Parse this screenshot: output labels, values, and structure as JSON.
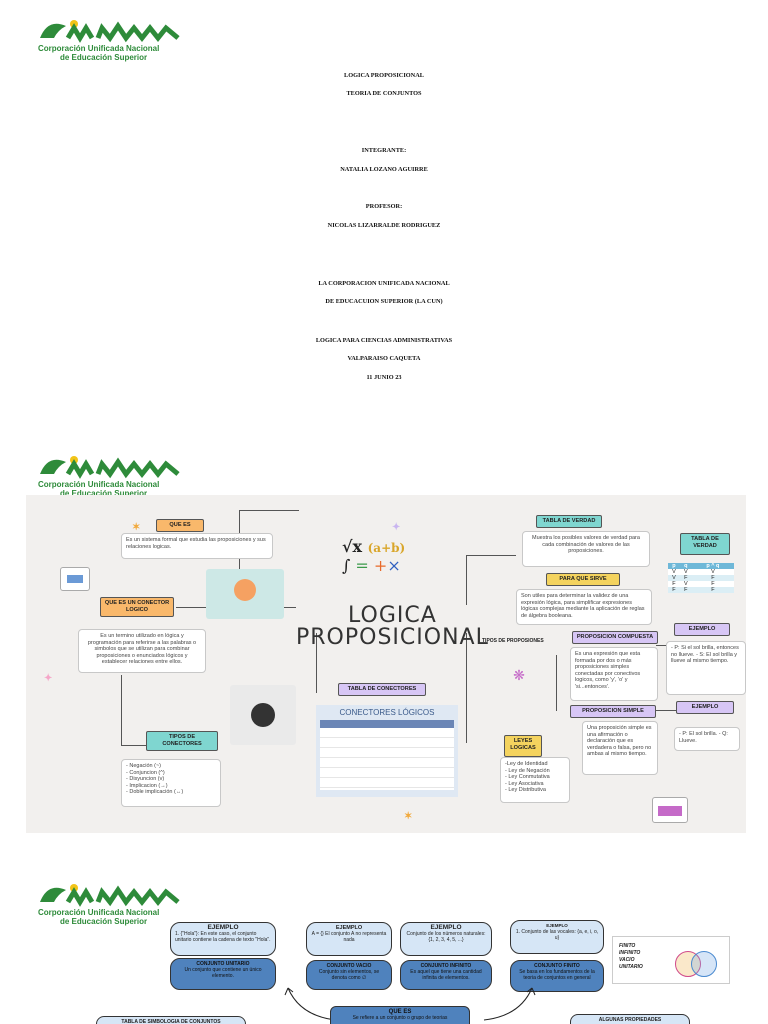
{
  "brand": {
    "name_line1": "Corporación Unificada Nacional",
    "name_line2": "de Educación Superior",
    "colors": {
      "green": "#2e8b3a",
      "yellow": "#f2c418"
    }
  },
  "cover": {
    "lines": [
      "LOGICA PROPOSICIONAL",
      "TEORIA DE CONJUNTOS",
      "INTEGRANTE:",
      "NATALIA LOZANO AGUIRRE",
      "PROFESOR:",
      "NICOLAS LIZARRALDE RODRIGUEZ",
      "LA CORPORACION UNIFICADA NACIONAL",
      "DE EDUCACUION SUPERIOR (LA CUN)",
      "LOGICA PARA CIENCIAS ADMINISTRATIVAS",
      "VALPARAISO CAQUETA",
      "11 JUNIO 23"
    ]
  },
  "mindmap1": {
    "title_line1": "LOGICA",
    "title_line2": "PROPOSICIONAL",
    "que_es": {
      "label": "QUE ES",
      "text": "Es un sistema formal que estudia las proposiciones y sus relaciones logicas."
    },
    "conector": {
      "label": "QUE ES UN CONECTOR LOGICO",
      "text": "Es un termino utilizado en lógica y programación para referirse a las palabras o simbolos que se utilizan para combinar proposiciones o enunciados lógicos y establecer relaciones entre ellos."
    },
    "tipos_conectores": {
      "label": "TIPOS DE CONECTORES",
      "items": [
        "- Negación (~)",
        "- Conjuncion (^)",
        "- Disyuncion (v)",
        "- Implicacion (→)",
        "- Doble implicación (↔)"
      ]
    },
    "tabla_conectores": {
      "label": "TABLA DE CONECTORES",
      "table_title": "CONECTORES LÓGICOS"
    },
    "tabla_verdad": {
      "label": "TABLA DE VERDAD",
      "text": "Muestra los posibles valores de verdad para cada combinación de valores de las proposiciones."
    },
    "para_que": {
      "label": "PARA QUE SIRVE",
      "text": "Son utiles para determinar la validez de una expresión lógica, para simplificar expresiones lógicas complejas mediante la aplicación de reglas de álgebra booleana."
    },
    "tipos_prop": "TIPOS DE PROPOSIONES",
    "compuesta": {
      "label": "PROPOSICION COMPUESTA",
      "text": "Es una expresión que esta formada por dos o más proposiciones simples conectadas por conectivos logicos, como 'y', 'o' y 'si...entonces'."
    },
    "simple": {
      "label": "PROPOSICION SIMPLE",
      "text": "Una proposición simple es una afirmación o declaración que es verdadera o falsa, pero no ambas al mismo tiempo."
    },
    "leyes": {
      "label": "LEYES LOGICAS",
      "items": [
        "-Ley de Identidad",
        "- Ley de Negación",
        "- Ley Conmutativa",
        "- Ley Asociativa",
        "- Ley Distributiva"
      ]
    },
    "tv_box": {
      "label": "TABLA DE VERDAD",
      "headers": [
        "p",
        "q",
        "p ^ q"
      ],
      "rows": [
        [
          "V",
          "V",
          "V"
        ],
        [
          "V",
          "F",
          "F"
        ],
        [
          "F",
          "V",
          "F"
        ],
        [
          "F",
          "F",
          "F"
        ]
      ]
    },
    "ejemplo1": {
      "label": "EJEMPLO",
      "text": "- P: Si el sol brilla, entonces no llueve. - S: El sol brilla y llueve al mismo tiempo."
    },
    "ejemplo2": {
      "label": "EJEMPLO",
      "text": "- P: El sol brilla. - Q: Llueve."
    }
  },
  "mindmap2": {
    "ej1": {
      "label": "EJEMPLO",
      "text": "1. {\"Hola\"}: En este caso, el conjunto unitario contiene la cadena de texto \"Hola\"."
    },
    "unitario": {
      "label": "CONJUNTO UNITARIO",
      "text": "Un conjunto que contiene un único elemento."
    },
    "ej2": {
      "label": "EJEMPLO",
      "text": "A = {} El conjunto A no representa nada"
    },
    "vacio": {
      "label": "CONJUNTO VACIO",
      "text": "Conjunto sin elementos, se denota como ∅"
    },
    "ej3": {
      "label": "EJEMPLO",
      "text": "Conjunto de los números naturales: {1, 2, 3, 4, 5, ...}"
    },
    "infinito": {
      "label": "CONJUNTO INFINITO",
      "text": "Es aquel que tiene una cantidad infinita de elementos."
    },
    "ej4": {
      "label": "EJEMPLO",
      "text": "1. Conjunto de las vocales: {a, e, i, o, u}"
    },
    "finito": {
      "label": "CONJUNTO FINITO",
      "text": "Se basa en los fundamentos de la teoria de conjuntos en general"
    },
    "tipos_img": [
      "FINITO",
      "INFINITO",
      "VACIO",
      "UNITARIO"
    ],
    "que_es": {
      "label": "QUE ES",
      "text": "Se refiere a un conjunto o grupo de teorias"
    },
    "tabla_simb": "TABLA DE SIMBOLOGIA DE CONJUNTOS",
    "propiedades": "ALGUNAS PROPIEDADES"
  }
}
